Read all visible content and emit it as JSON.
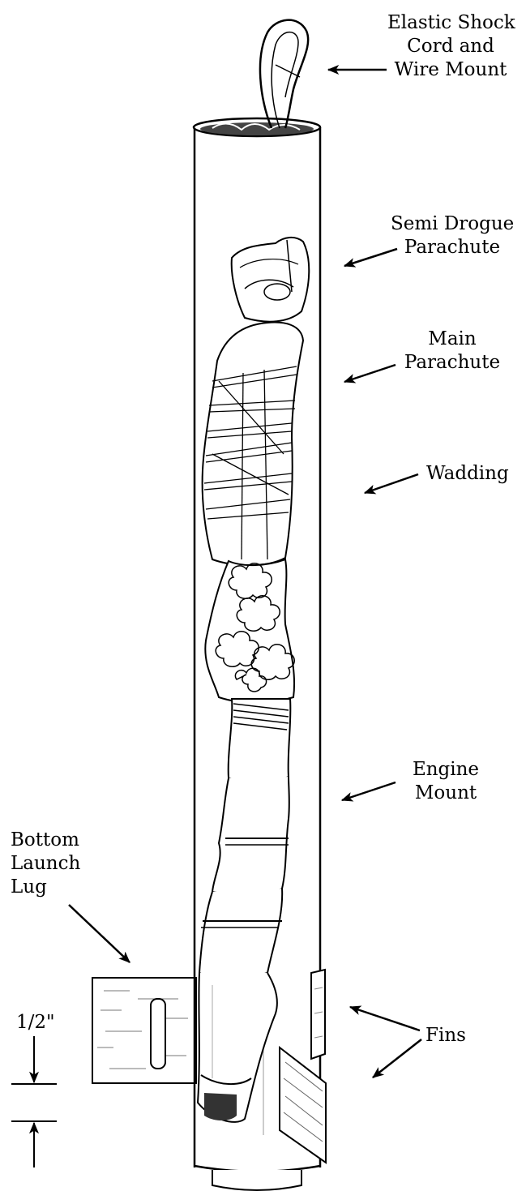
{
  "labels": {
    "shock_cord": [
      "Elastic Shock",
      "Cord and",
      "Wire Mount"
    ],
    "drogue": [
      "Semi Drogue",
      "Parachute"
    ],
    "main": [
      "Main",
      "Parachute"
    ],
    "wadding": [
      "Wadding"
    ],
    "engine": [
      "Engine",
      "Mount"
    ],
    "launch_lug": [
      "Bottom",
      "Launch",
      "Lug"
    ],
    "fins": [
      "Fins"
    ],
    "dimension": "1/2\""
  }
}
